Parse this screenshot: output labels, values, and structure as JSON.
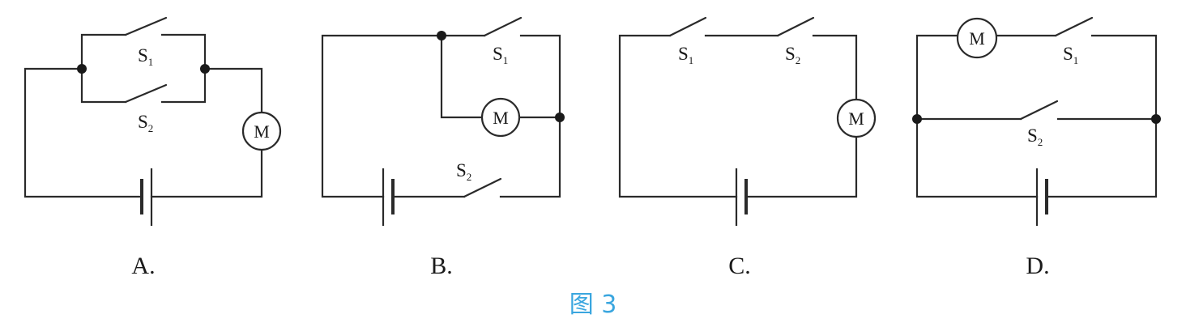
{
  "figure": {
    "caption": "图 3",
    "caption_color": "#3aa6df",
    "ink_color": "#2a2a2a"
  },
  "options": {
    "a": {
      "label": "A.",
      "s1_main": "S",
      "s1_sub": "1",
      "s2_main": "S",
      "s2_sub": "2",
      "motor": "M"
    },
    "b": {
      "label": "B.",
      "s1_main": "S",
      "s1_sub": "1",
      "s2_main": "S",
      "s2_sub": "2",
      "motor": "M"
    },
    "c": {
      "label": "C.",
      "s1_main": "S",
      "s1_sub": "1",
      "s2_main": "S",
      "s2_sub": "2",
      "motor": "M"
    },
    "d": {
      "label": "D.",
      "s1_main": "S",
      "s1_sub": "1",
      "s2_main": "S",
      "s2_sub": "2",
      "motor": "M"
    }
  }
}
